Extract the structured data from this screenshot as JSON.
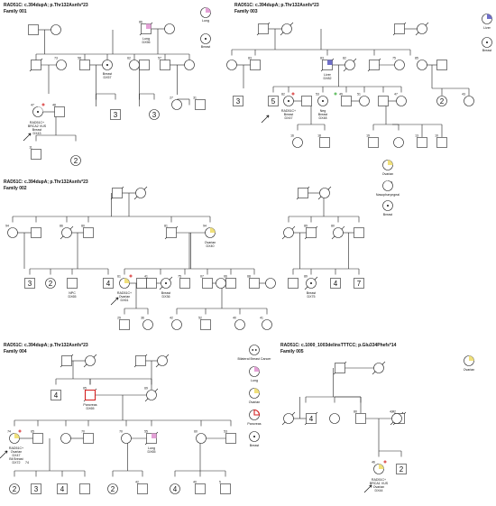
{
  "families": [
    {
      "gene": "RAD51C: c.394dupA; p.Thr132Asnfs*23",
      "name": "Family 001",
      "labels": [
        "Lung",
        "DX56",
        "Breast",
        "DX57",
        "RAD51C+",
        "BRCA2 VUS",
        "Breast",
        "DX43"
      ],
      "ages": [
        "86",
        "73",
        "58",
        "62",
        "57",
        "47",
        "48",
        "27",
        "31",
        "11"
      ],
      "counts": [
        "3",
        "3",
        "2"
      ]
    },
    {
      "gene": "RAD51C: c.394dupA; p.Thr132Asnfs*23",
      "name": "Family 003",
      "labels": [
        "Liver",
        "DX82",
        "RAD51C+",
        "Breast",
        "DX47",
        "Neg",
        "Breast",
        "DX48"
      ],
      "ages": [
        "83",
        "83",
        "75",
        "85",
        "82",
        "53",
        "49",
        "51",
        "47",
        "43",
        "16",
        "18",
        "19",
        "13",
        "10"
      ],
      "counts": [
        "3",
        "5",
        "2"
      ]
    },
    {
      "gene": "RAD51C: c.394dupA; p.Thr132Asnfs*23",
      "name": "Family 002",
      "labels": [
        "NPC",
        "DX65",
        "RAD51C+",
        "Ovarian",
        "DX61",
        "Breast",
        "DX36",
        "Ovarian",
        "DX40",
        "Breast",
        "DX75"
      ],
      "ages": [
        "94",
        "86",
        "80",
        "81",
        "94",
        "89",
        "80",
        "61",
        "41",
        "75",
        "67",
        "66",
        "68",
        "89",
        "29",
        "36",
        "42",
        "52",
        "40",
        "41"
      ],
      "counts": [
        "3",
        "2",
        "4",
        "4",
        "7"
      ]
    },
    {
      "gene": "RAD51C: c.394dupA; p.Thr132Asnfs*23",
      "name": "Family 004",
      "labels": [
        "Pancreas",
        "DX65",
        "Lung",
        "DX65",
        "RAD51C+",
        "Ovarian",
        "DX47",
        "Bil Breast",
        "DX72",
        "74"
      ],
      "ages": [
        "65",
        "69",
        "74",
        "65",
        "70",
        "55",
        "60",
        "53",
        "42",
        "40",
        "5"
      ],
      "counts": [
        "4",
        "2",
        "3",
        "4",
        "2",
        "4"
      ]
    },
    {
      "gene": "RAD51C: c.1000_1003delinsTTTCC; p.Glu334Phefs*14",
      "name": "Family 005",
      "labels": [
        "RAD51C+",
        "BRCA1 VUS",
        "Ovarian",
        "DX44"
      ],
      "ages": [
        "80",
        "42",
        "46"
      ],
      "counts": [
        "4",
        "2"
      ]
    }
  ],
  "legend_top": [
    "Lung",
    "Breast",
    "Liver",
    "Breast",
    "Ovarian",
    "Nasopharyngeal",
    "Breast"
  ],
  "legend_004": [
    "Bilateral Breast Cancer",
    "Lung",
    "Ovarian",
    "Pancreas",
    "Breast"
  ],
  "legend_005": [
    "Ovarian"
  ],
  "colors": {
    "lung": "#e3a0d6",
    "liver": "#6f6fc9",
    "ovarian": "#f0e07a",
    "pancreas": "#d32020",
    "proband_cross": "#d42020",
    "neg_cross": "#33aa33"
  }
}
